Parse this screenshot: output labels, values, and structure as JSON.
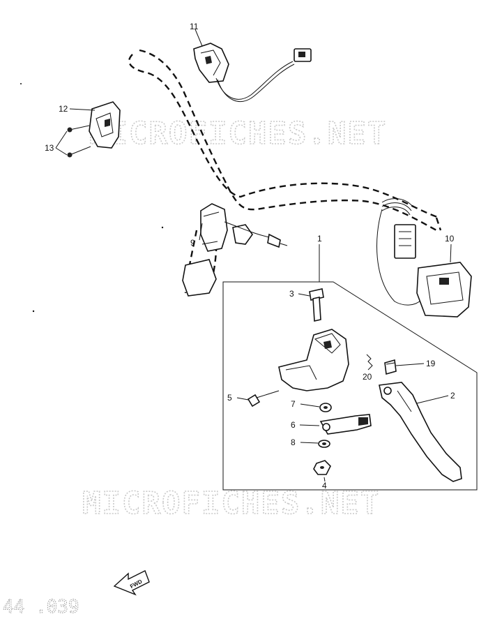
{
  "watermark": {
    "top": "MICROFICHES.NET",
    "bottom": "MICROFICHES.NET"
  },
  "diagram_code": "44 .039",
  "direction_arrow": "FWD",
  "callouts": [
    {
      "id": "c1",
      "text": "1"
    },
    {
      "id": "c2",
      "text": "2"
    },
    {
      "id": "c3",
      "text": "3"
    },
    {
      "id": "c4",
      "text": "4"
    },
    {
      "id": "c5",
      "text": "5"
    },
    {
      "id": "c6",
      "text": "6"
    },
    {
      "id": "c7",
      "text": "7"
    },
    {
      "id": "c8",
      "text": "8"
    },
    {
      "id": "c9",
      "text": "9"
    },
    {
      "id": "c10",
      "text": "10"
    },
    {
      "id": "c11",
      "text": "11"
    },
    {
      "id": "c12",
      "text": "12"
    },
    {
      "id": "c13",
      "text": "13"
    },
    {
      "id": "c19",
      "text": "19"
    },
    {
      "id": "c20",
      "text": "20"
    }
  ]
}
